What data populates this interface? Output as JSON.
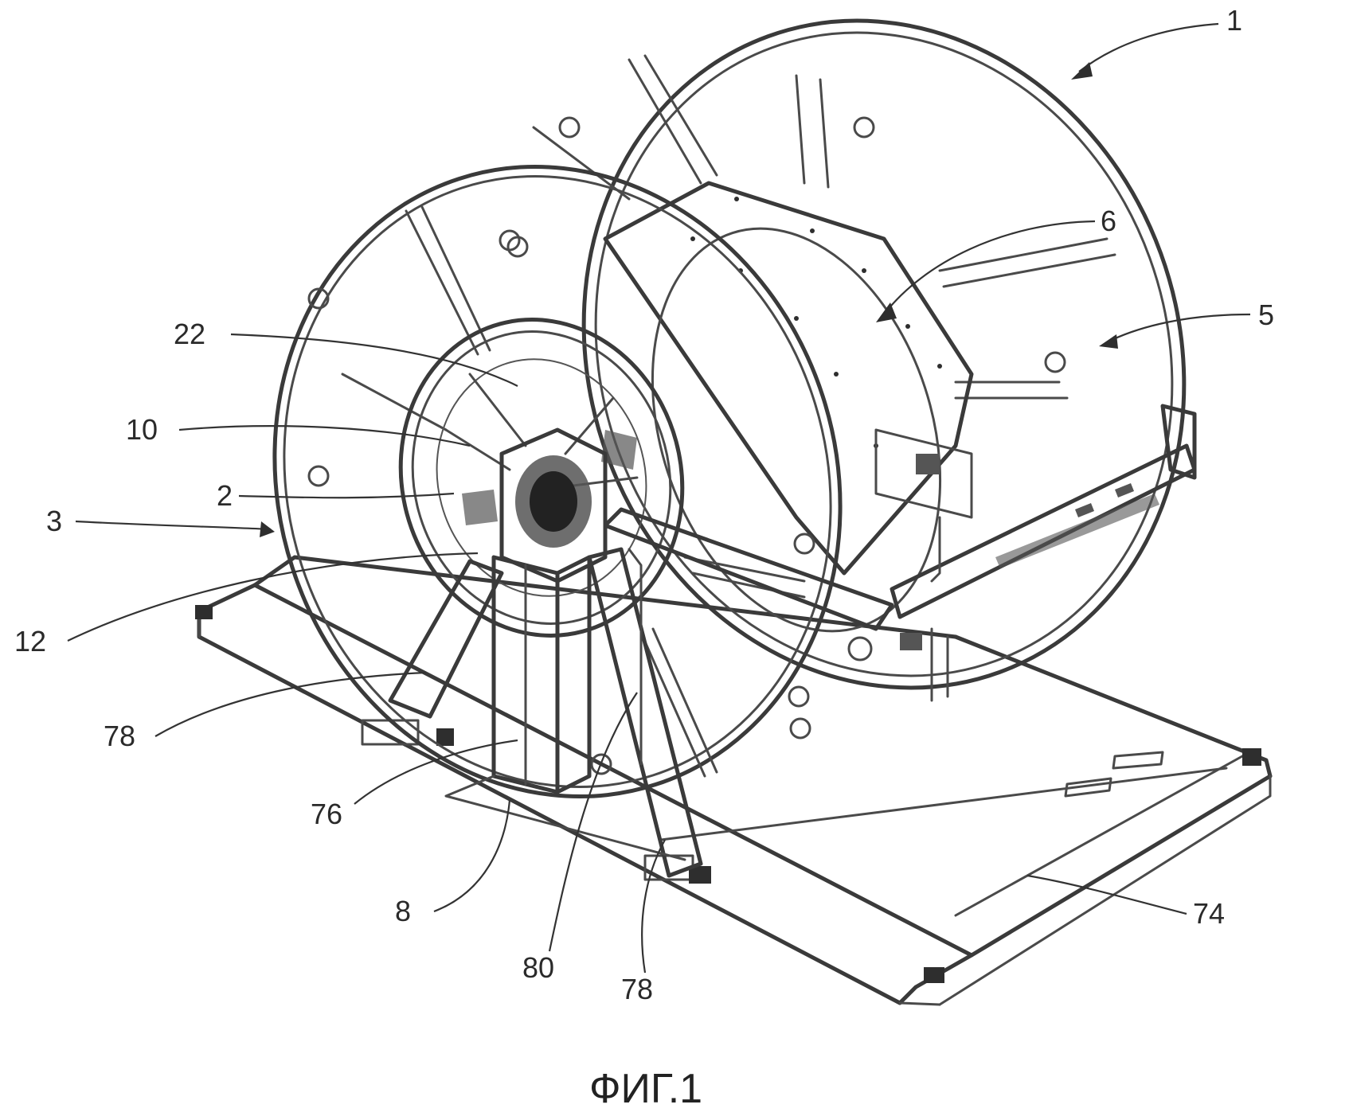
{
  "figure": {
    "caption": "ФИГ.1",
    "labels": {
      "l1": "1",
      "l6": "6",
      "l5": "5",
      "l22": "22",
      "l10": "10",
      "l2": "2",
      "l3": "3",
      "l12": "12",
      "l78a": "78",
      "l76": "76",
      "l8": "8",
      "l80": "80",
      "l78b": "78",
      "l74": "74"
    }
  }
}
